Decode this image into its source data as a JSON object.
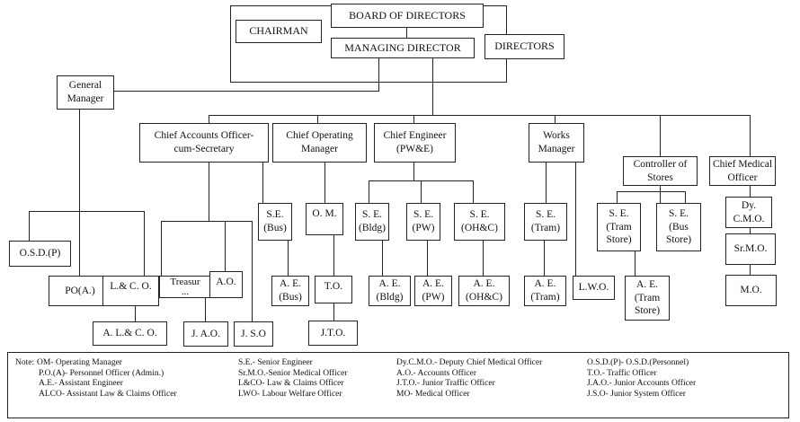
{
  "org_chart": {
    "board": "BOARD  OF  DIRECTORS",
    "chairman": "CHAIRMAN",
    "managing_director": "MANAGING   DIRECTOR",
    "directors": "DIRECTORS",
    "general_manager": "General\nManager",
    "osd": "O.S.D.(P)",
    "po": "PO(A.)",
    "lco": "L.& C. O.",
    "alco": "A. L.& C. O.",
    "cao": "Chief Accounts Officer-\ncum-Secretary",
    "treasurer": "Treasur\n...",
    "ao": "A.O.",
    "jao": "J. A.O.",
    "jso": "J. S.O",
    "se_bus": "S.E.\n(Bus)",
    "ae_bus": "A. E.\n(Bus)",
    "com": "Chief Operating\nManager",
    "om": "O. M.",
    "to": "T.O.",
    "jto": "J.T.O.",
    "ce": "Chief Engineer\n(PW&E)",
    "se_bldg": "S. E.\n(Bldg)",
    "se_pw": "S. E.\n(PW)",
    "se_ohc": "S. E.\n(OH&C)",
    "ae_bldg": "A. E.\n(Bldg)",
    "ae_pw": "A. E.\n(PW)",
    "ae_ohc": "A. E.\n(OH&C)",
    "wm": "Works\nManager",
    "se_tram": "S. E.\n(Tram)",
    "ae_tram": "A. E.\n(Tram)",
    "lwo": "L.W.O.",
    "cos": "Controller of\nStores",
    "se_tram_store": "S. E.\n(Tram\nStore)",
    "se_bus_store": "S. E.\n(Bus\nStore)",
    "ae_tram_store": "A. E.\n(Tram\nStore)",
    "cmo": "Chief Medical\nOfficer",
    "dycmo": "Dy.\nC.M.O.",
    "srmo": "Sr.M.O.",
    "mo": "M.O."
  },
  "legend": {
    "title": "Note:",
    "columns": [
      [
        "OM- Operating Manager",
        "P.O.(A)- Personnel Officer (Admin.)",
        "A.E.- Assistant Engineer",
        "ALCO- Assistant Law & Claims Officer"
      ],
      [
        "S.E.- Senior Engineer",
        "Sr.M.O.-Senior Medical Officer",
        "L&CO- Law & Claims Officer",
        "LWO- Labour Welfare Officer"
      ],
      [
        "Dy.C.M.O.- Deputy Chief Medical Officer",
        "A.O.- Accounts Officer",
        "J.T.O.- Junior Traffic Officer",
        "MO- Medical Officer"
      ],
      [
        "O.S.D.(P)- O.S.D.(Personnel)",
        "T.O.- Traffic Officer",
        "J.A.O.- Junior Accounts Officer",
        "J.S.O- Junior System Officer"
      ]
    ]
  }
}
